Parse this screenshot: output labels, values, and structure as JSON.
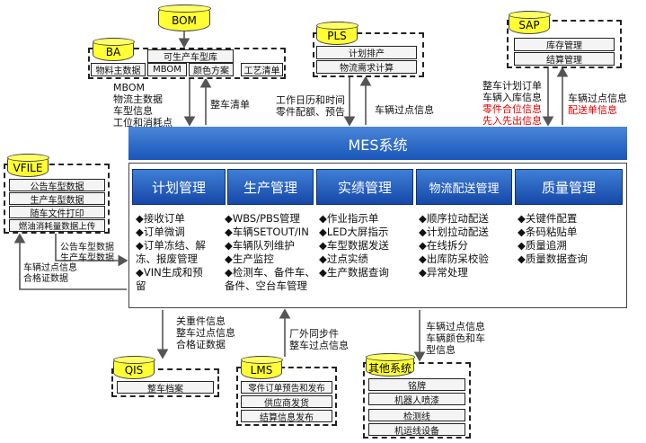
{
  "systems": {
    "bom": "BOM",
    "ba": "BA",
    "pls": "PLS",
    "sap": "SAP",
    "vfile": "VFILE",
    "qis": "QIS",
    "lms": "LMS",
    "other": "其他系统"
  },
  "ba_items": {
    "top": "可生产车型库",
    "row": [
      "物料主数据",
      "MBOM",
      "颜色方案",
      "工艺清单"
    ]
  },
  "pls_items": [
    "计划排产",
    "物流需求计算"
  ],
  "sap_items": [
    "库存管理",
    "结算管理"
  ],
  "vfile_items": [
    "公告车型数据",
    "生产车型数据",
    "随车文件打印",
    "燃油消耗量数据上传"
  ],
  "qis_items": [
    "整车档案"
  ],
  "lms_items": [
    "零件订单预告和发布",
    "供应商发货",
    "结算信息发布"
  ],
  "other_items": [
    "铭牌",
    "机器人喷漆",
    "检测线",
    "机运线设备"
  ],
  "mes": {
    "title": "MES系统",
    "modules": [
      "计划管理",
      "生产管理",
      "实绩管理",
      "物流配送管理",
      "质量管理"
    ],
    "features": [
      "◆接收订单\n◆订单微调\n◆订单冻结、解\n冻、报废管理\n◆VIN生成和预\n留",
      "◆WBS/PBS管理\n◆车辆SETOUT/IN\n◆车辆队列维护\n◆生产监控\n◆检测车、备件车、\n备件、空台车管理",
      "◆作业指示单\n◆LED大屏指示\n◆车型数据发送\n◆过点实绩\n◆生产数据查询",
      "◆顺序拉动配送\n◆计划拉动配送\n◆在线拆分\n◆出库防呆校验\n◆异常处理",
      "◆关键件配置\n◆条码粘贴单\n◆质量追溯\n◆质量数据查询"
    ]
  },
  "flows": {
    "ba_to_mes": "MBOM\n物流主数据\n车型信息\n工位和消耗点",
    "mes_to_ba": "整车清单",
    "pls_to_mes": "工作日历和时间\n零件配额、预告",
    "mes_to_pls": "车辆过点信息",
    "sap_to_mes_black": "整车计划订单\n车辆入库信息",
    "sap_to_mes_red": "零件合位信息\n先入先出信息",
    "mes_to_sap_black": "车辆过点信息",
    "mes_to_sap_red": "配送单信息",
    "vfile_to_mes": "公告车型数据\n生产车型数据",
    "mes_to_vfile": "车辆过点信息\n合格证数据",
    "mes_to_qis": "关重件信息\n整车过点信息\n合格证数据",
    "lms_to_mes": "厂外同步件\n整车过点信息",
    "mes_to_other": "车辆过点信息\n车辆颜色和车\n型信息"
  },
  "colors": {
    "accent": "#1a56b8",
    "system": "#ffff33",
    "highlight": "#e00000"
  }
}
